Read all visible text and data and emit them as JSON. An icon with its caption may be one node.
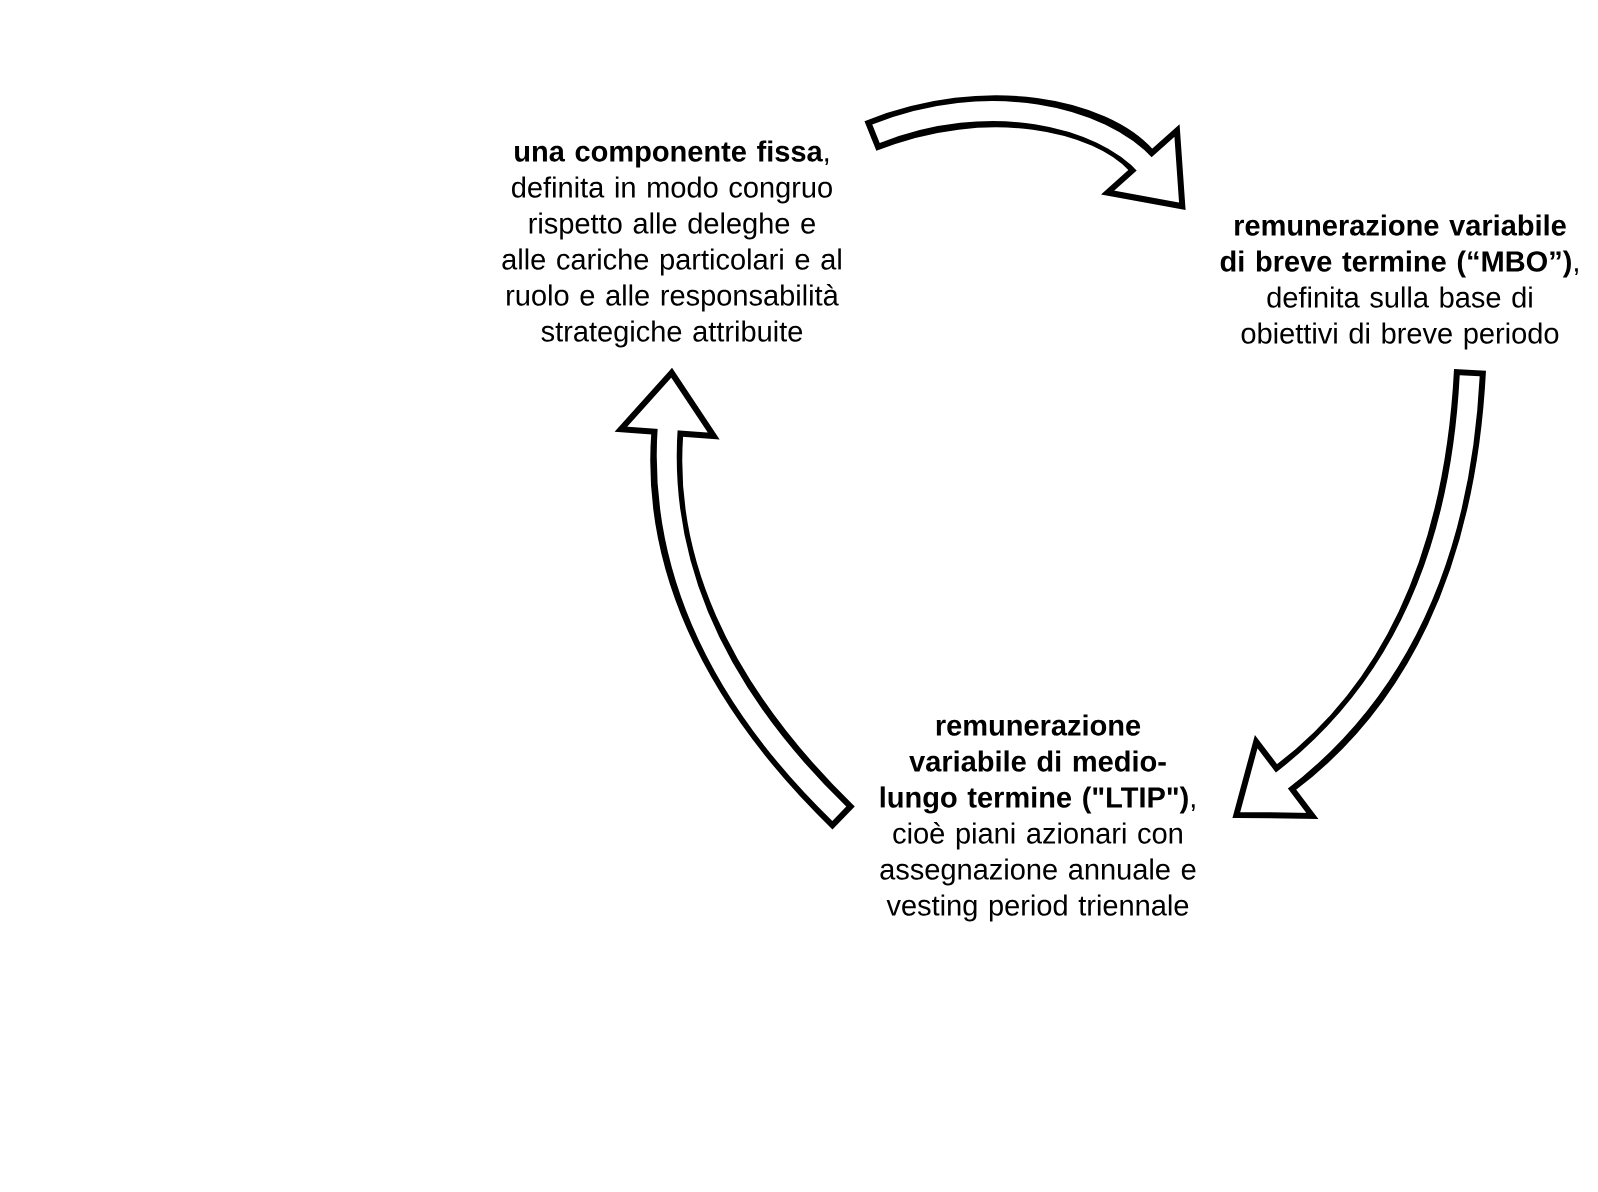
{
  "diagram": {
    "nodes": [
      {
        "text": [
          "**una componente fissa**, definita in modo congruo rispetto alle deleghe e alle cariche particolari e al ruolo e alle responsabilità strategiche attribuite"
        ]
      },
      {
        "text": [
          "**remunerazione variabile di breve termine (“MBO”)**, definita sulla base di obiettivi di breve periodo"
        ]
      },
      {
        "text": [
          "**remunerazione variabile di medio-lungo termine (\"LTIP\")**, cioè piani azionari con assegnazione annuale e vesting period triennale"
        ]
      }
    ],
    "edges": [
      {
        "from": 0,
        "to": 1,
        "arrow": "to"
      },
      {
        "from": 1,
        "to": 2,
        "arrow": "to"
      },
      {
        "from": 2,
        "to": 0,
        "arrow": "to"
      }
    ]
  }
}
